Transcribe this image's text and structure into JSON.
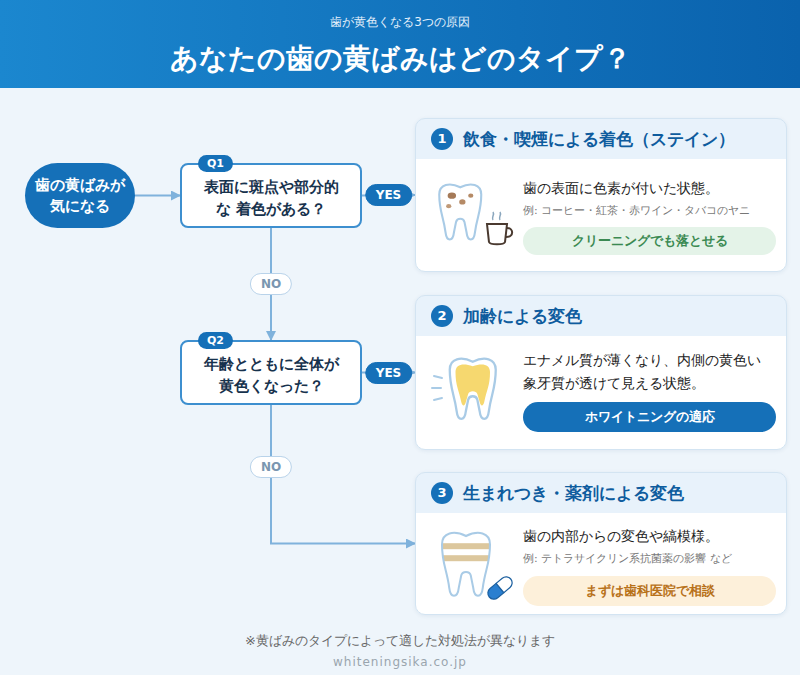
{
  "diagram": {
    "title": "あなたの歯の黄ばみはどのタイプ？",
    "caption": "※黄ばみのタイプによって適した対処法が異なります",
    "nodes": [
      {
        "text": [
          "歯の黄ばみが 気になる"
        ]
      },
      {
        "text": [
          "Q1",
          "表面に斑点や部分的な 着色がある？"
        ]
      },
      {
        "text": [
          "飲食・喫煙による着色（ステイン）",
          "歯の表面に色素が付いた状態。",
          "例: コーヒー・紅茶・赤ワイン・タバコのヤニ"
        ]
      },
      {
        "text": [
          "1"
        ],
        "in": 2
      },
      {
        "text": [
          "クリーニングでも落とせる"
        ],
        "in": 2
      },
      {
        "text": [
          "Q2",
          "年齢とともに全体が 黄色くなった？"
        ]
      },
      {
        "text": [
          "加齢による変色",
          "エナメル質が薄くなり、内側の黄色い 象牙質が透けて見える状態。"
        ]
      },
      {
        "text": [
          "2"
        ],
        "in": 6
      },
      {
        "text": [
          "ホワイトニングの適応"
        ],
        "in": 6
      },
      {
        "text": [
          "生まれつき・薬剤による変色",
          "歯の内部からの変色や縞模様。",
          "例: テトラサイクリン系抗菌薬の影響 など"
        ]
      },
      {
        "text": [
          "3"
        ],
        "in": 9
      },
      {
        "text": [
          "まずは歯科医院で相談"
        ],
        "in": 9
      }
    ],
    "edges": [
      {
        "from": 0,
        "to": 1,
        "arrow": "to"
      },
      {
        "from": 1,
        "to": 2,
        "label": "YES",
        "arrow": "to"
      },
      {
        "from": 1,
        "to": 5,
        "label": "NO",
        "arrow": "to"
      },
      {
        "from": 5,
        "to": 6,
        "label": "YES",
        "arrow": "to"
      },
      {
        "from": 5,
        "to": 9,
        "label": "NO",
        "arrow": "to"
      }
    ],
    "labels": [
      "歯が黄色くなる3つの原因",
      "whiteningsika.co.jp"
    ]
  }
}
